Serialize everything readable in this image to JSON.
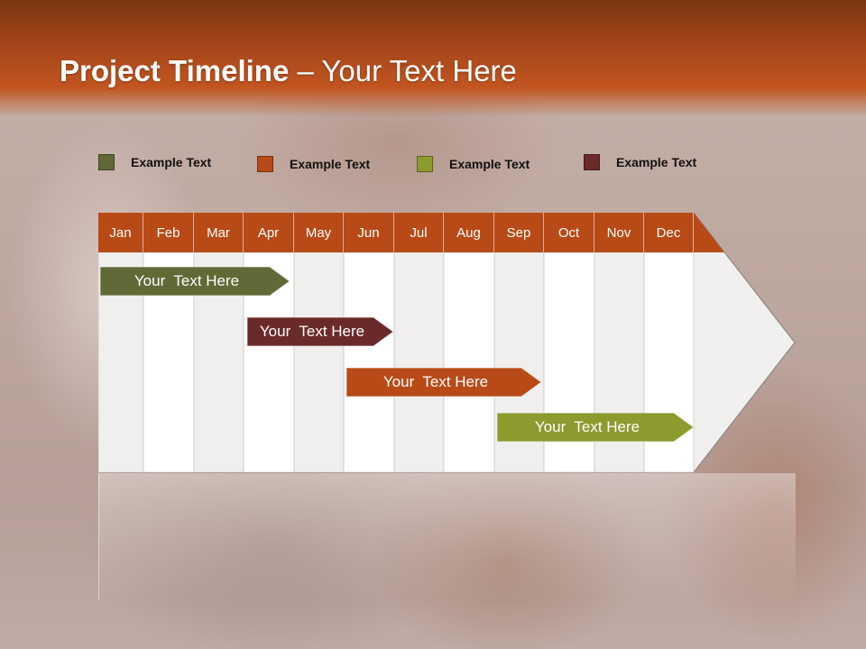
{
  "slide": {
    "title_bold": "Project Timeline",
    "title_rest": " – Your Text Here"
  },
  "legend": [
    {
      "label": "Example Text",
      "color": "#5f6a36"
    },
    {
      "label": "Example Text",
      "color": "#b84a17"
    },
    {
      "label": "Example Text",
      "color": "#8c9a2e"
    },
    {
      "label": "Example Text",
      "color": "#6b2a2a"
    }
  ],
  "timeline": {
    "months": [
      "Jan",
      "Feb",
      "Mar",
      "Apr",
      "May",
      "Jun",
      "Jul",
      "Aug",
      "Sep",
      "Oct",
      "Nov",
      "Dec"
    ],
    "header_color": "#b84a17",
    "tasks": [
      {
        "label": "Your  Text Here",
        "color": "#5f6a36",
        "start_month": "Jan",
        "end_month": "Apr"
      },
      {
        "label": "Your  Text Here",
        "color": "#6b2a2a",
        "start_month": "Apr",
        "end_month": "Jun"
      },
      {
        "label": "Your  Text Here",
        "color": "#b84a17",
        "start_month": "Jun",
        "end_month": "Sep"
      },
      {
        "label": "Your  Text Here",
        "color": "#8c9a2e",
        "start_month": "Sep",
        "end_month": "Dec"
      }
    ]
  }
}
